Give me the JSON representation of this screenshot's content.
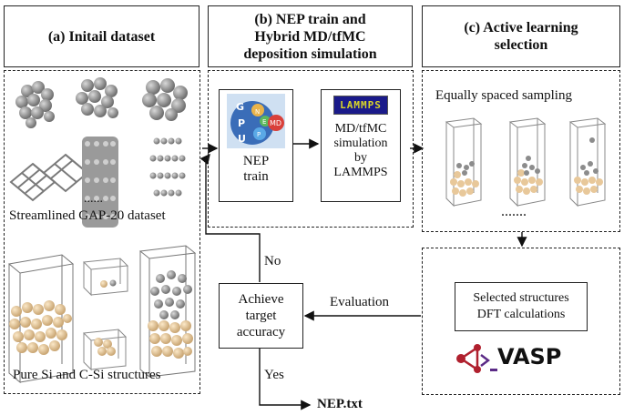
{
  "panel_a": {
    "header": "(a) Initail dataset",
    "ellipsis": "......",
    "dataset_caption": "Streamlined GAP-20 dataset",
    "structures_caption": "Pure Si  and C-Si structures"
  },
  "panel_b": {
    "header_line1": "(b) NEP train and",
    "header_line2": "Hybrid MD/tfMC",
    "header_line3": "deposition simulation",
    "gpumd_logo": {
      "letters": [
        "G",
        "P",
        "U",
        "N",
        "E",
        "P",
        "MD"
      ]
    },
    "lammps_logo": "LAMMPS",
    "nep_label_line1": "NEP",
    "nep_label_line2": "train",
    "md_label_line1": "MD/tfMC",
    "md_label_line2": "simulation",
    "md_label_line3": "by",
    "md_label_line4": "LAMMPS"
  },
  "panel_c": {
    "header_line1": "(c) Active learning",
    "header_line2": "selection",
    "sampling_caption": "Equally spaced sampling",
    "ellipsis": ".......",
    "dft_line1": "Selected structures",
    "dft_line2": "DFT calculations",
    "vasp_logo": "VASP"
  },
  "flow": {
    "decision_line1": "Achieve",
    "decision_line2": "target",
    "decision_line3": "accuracy",
    "no_label": "No",
    "yes_label": "Yes",
    "evaluation_label": "Evaluation",
    "output_label": "NEP.txt"
  },
  "colors": {
    "si_atom": "#e8c89a",
    "c_atom": "#8c8c8c",
    "vasp_red": "#b0202e",
    "vasp_purple": "#5b2a86",
    "gpumd_blue": "#3a6db8",
    "lammps_bg": "#1a1a8a",
    "lammps_text": "#d9d52a"
  }
}
